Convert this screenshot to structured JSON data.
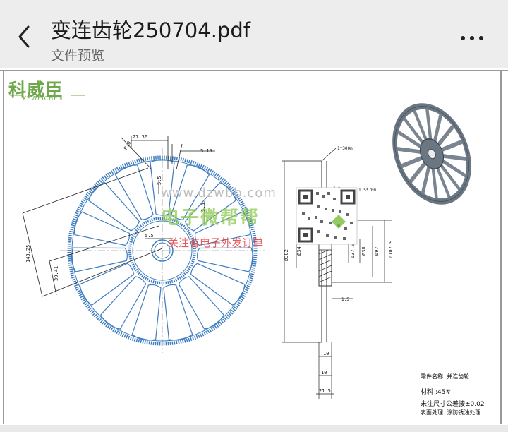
{
  "header": {
    "title": "变连齿轮250704.pdf",
    "subtitle": "文件预览",
    "back_icon": "chevron-left-icon",
    "more_icon": "more-horizontal-icon"
  },
  "document": {
    "logo": {
      "cn": "科威臣",
      "en": "KEWEICHEN"
    },
    "watermark": {
      "url": "www.dzwbb.com",
      "name": "电子微帮帮",
      "slogan": "关注有电子外发订单"
    },
    "dimensions": {
      "d_27_36": "27.36",
      "d_5_19": "5.19",
      "d_r10": "R10",
      "d_5_5_top": "5.5",
      "d_5_5_mid": "5.5",
      "d_5_5_left": "5.5",
      "d_143_25": "143.25",
      "d_39_41": "39.41",
      "d_m300": "1*300m",
      "d_1_5_top": "1.5",
      "d_1_5_70": "1.5*70m",
      "d_302": "Ø302",
      "d_34": "Ø34",
      "d_37_02": "Ø37.02",
      "d_38": "Ø38",
      "d_97": "Ø97",
      "d_107_91": "Ø107.91",
      "d_1_5_bottom": "1.5",
      "d_10_a": "10",
      "d_10_b": "10",
      "d_21_5": "21.5"
    },
    "title_block": {
      "name": "零件名称 :并连齿轮",
      "material": "材料 :45#",
      "tolerance": "未注尺寸公差按±0.02",
      "surface": "表面处理 :涂防锈油处理"
    }
  }
}
